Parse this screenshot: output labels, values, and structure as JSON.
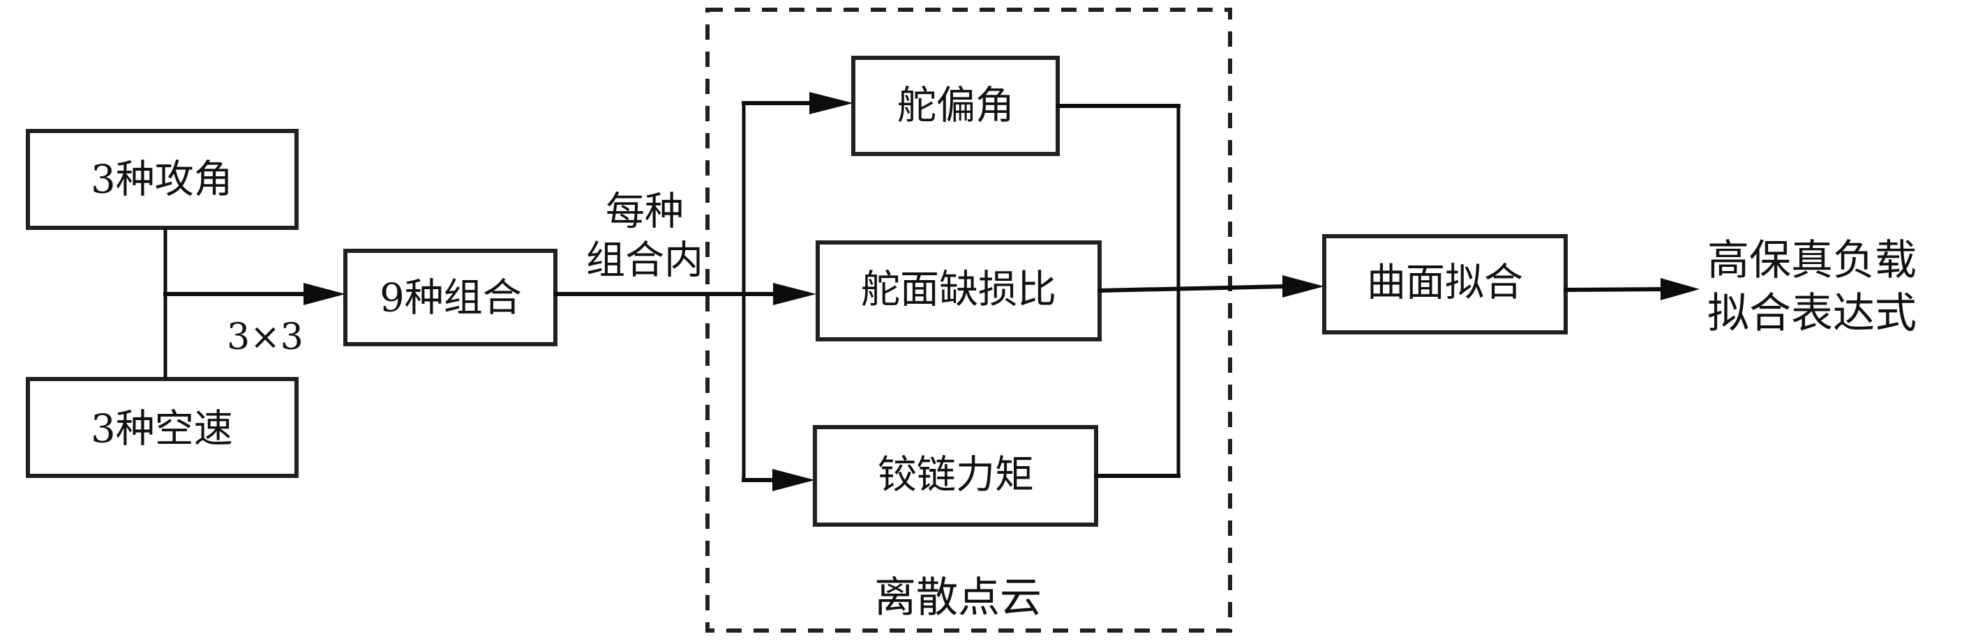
{
  "diagram": {
    "type": "flowchart",
    "nodes": {
      "angle_of_attack": "3种攻角",
      "airspeed": "3种空速",
      "combinations": "9种组合",
      "rudder_deflection": "舵偏角",
      "damage_ratio": "舵面缺损比",
      "hinge_moment": "铰链力矩",
      "surface_fitting": "曲面拟合"
    },
    "labels": {
      "product": "3×3",
      "per_combination_line1": "每种",
      "per_combination_line2": "组合内",
      "point_cloud_group": "离散点云",
      "output_line1": "高保真负载",
      "output_line2": "拟合表达式"
    },
    "edges": [
      {
        "from": "3种攻角 + 3种空速",
        "to": "9种组合",
        "label": "3×3"
      },
      {
        "from": "9种组合",
        "to": "舵偏角",
        "label": "每种组合内"
      },
      {
        "from": "9种组合",
        "to": "舵面缺损比",
        "label": "每种组合内"
      },
      {
        "from": "9种组合",
        "to": "铰链力矩",
        "label": "每种组合内"
      },
      {
        "from": "舵偏角 + 舵面缺损比 + 铰链力矩",
        "to": "曲面拟合"
      },
      {
        "from": "曲面拟合",
        "to": "高保真负载拟合表达式"
      }
    ],
    "group": {
      "label": "离散点云",
      "members": [
        "舵偏角",
        "舵面缺损比",
        "铰链力矩"
      ],
      "style": "dashed"
    }
  }
}
